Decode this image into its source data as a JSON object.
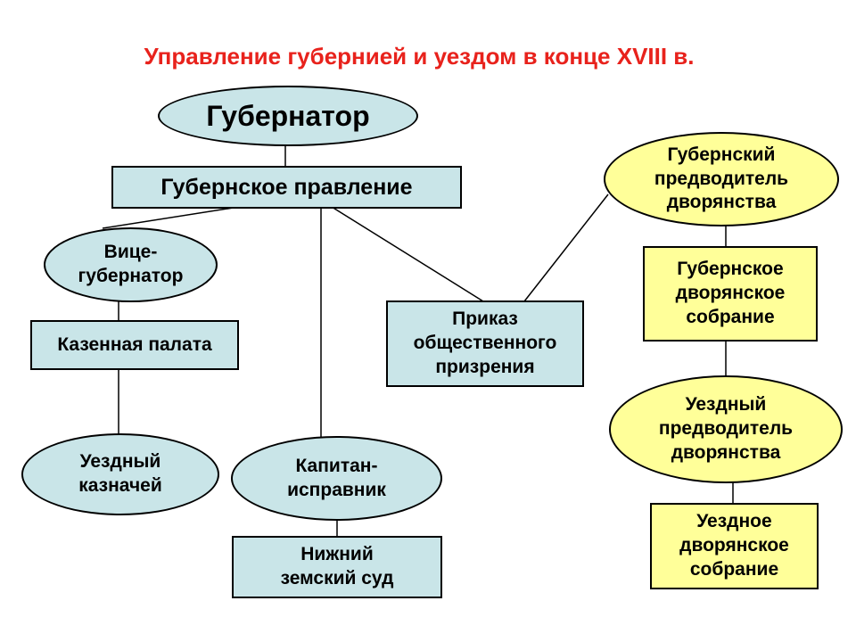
{
  "title": "Управление губернией и уездом в конце XVIII в.",
  "colors": {
    "title": "#e8221c",
    "blue_fill": "#c9e5e8",
    "yellow_fill": "#ffff99",
    "border": "#000000"
  },
  "nodes": {
    "governor": {
      "lines": [
        "Губернатор"
      ],
      "shape": "ellipse"
    },
    "provincial_board": {
      "lines": [
        "Губернское правление"
      ],
      "shape": "rectangle"
    },
    "vice_governor": {
      "lines": [
        "Вице-",
        "губернатор"
      ],
      "shape": "ellipse"
    },
    "treasury_chamber": {
      "lines": [
        "Казенная палата"
      ],
      "shape": "rectangle"
    },
    "district_treasurer": {
      "lines": [
        "Уездный",
        "казначей"
      ],
      "shape": "ellipse"
    },
    "police_captain": {
      "lines": [
        "Капитан-",
        "исправник"
      ],
      "shape": "ellipse"
    },
    "lower_court": {
      "lines": [
        "Нижний",
        "земский суд"
      ],
      "shape": "rectangle"
    },
    "public_charity": {
      "lines": [
        "Приказ",
        "общественного",
        "призрения"
      ],
      "shape": "rectangle"
    },
    "provincial_marshal": {
      "lines": [
        "Губернский",
        "предводитель",
        "дворянства"
      ],
      "shape": "ellipse"
    },
    "provincial_assembly": {
      "lines": [
        "Губернское",
        "дворянское",
        "собрание"
      ],
      "shape": "rectangle"
    },
    "district_marshal": {
      "lines": [
        "Уездный",
        "предводитель",
        "дворянства"
      ],
      "shape": "ellipse"
    },
    "district_assembly": {
      "lines": [
        "Уездное",
        "дворянское",
        "собрание"
      ],
      "shape": "rectangle"
    }
  }
}
